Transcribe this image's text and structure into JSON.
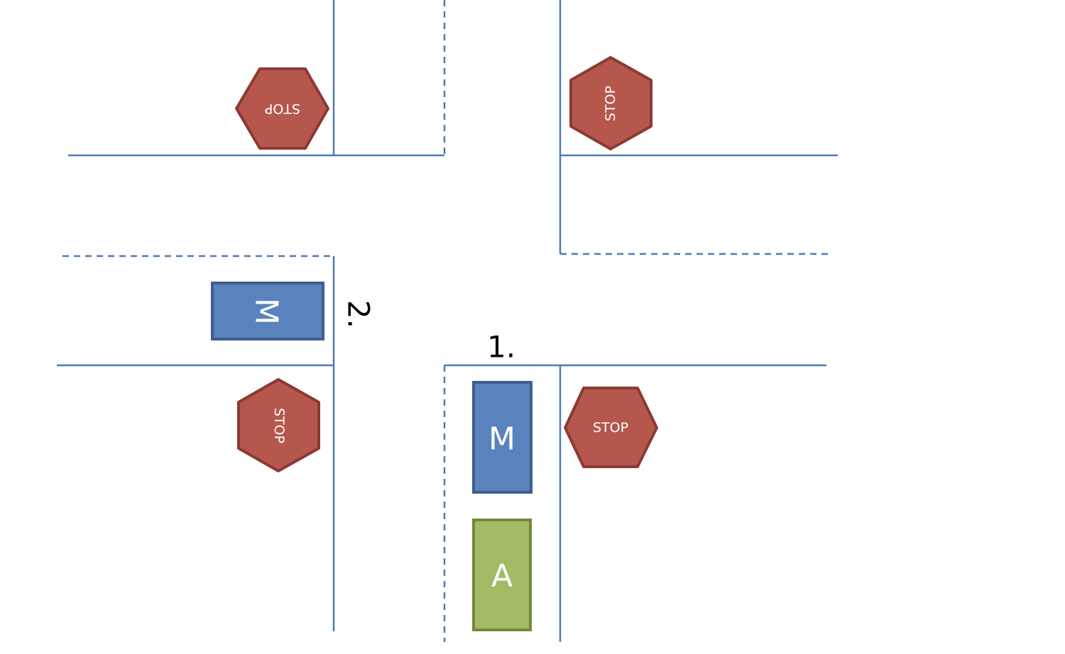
{
  "diagram": {
    "colors": {
      "road": "#4f7ab5",
      "stop_sign": "#b5574d",
      "car_m": "#5a82bd",
      "car_a": "#a3bb65"
    },
    "stop_signs": {
      "top_left": "STOP",
      "top_right": "STOP",
      "bottom_left": "STOP",
      "bottom_right": "STOP"
    },
    "cars": {
      "car_m_west": "M",
      "car_m_south": "M",
      "car_a_south": "A"
    },
    "positions": {
      "position_1": "1.",
      "position_2": "2."
    }
  }
}
